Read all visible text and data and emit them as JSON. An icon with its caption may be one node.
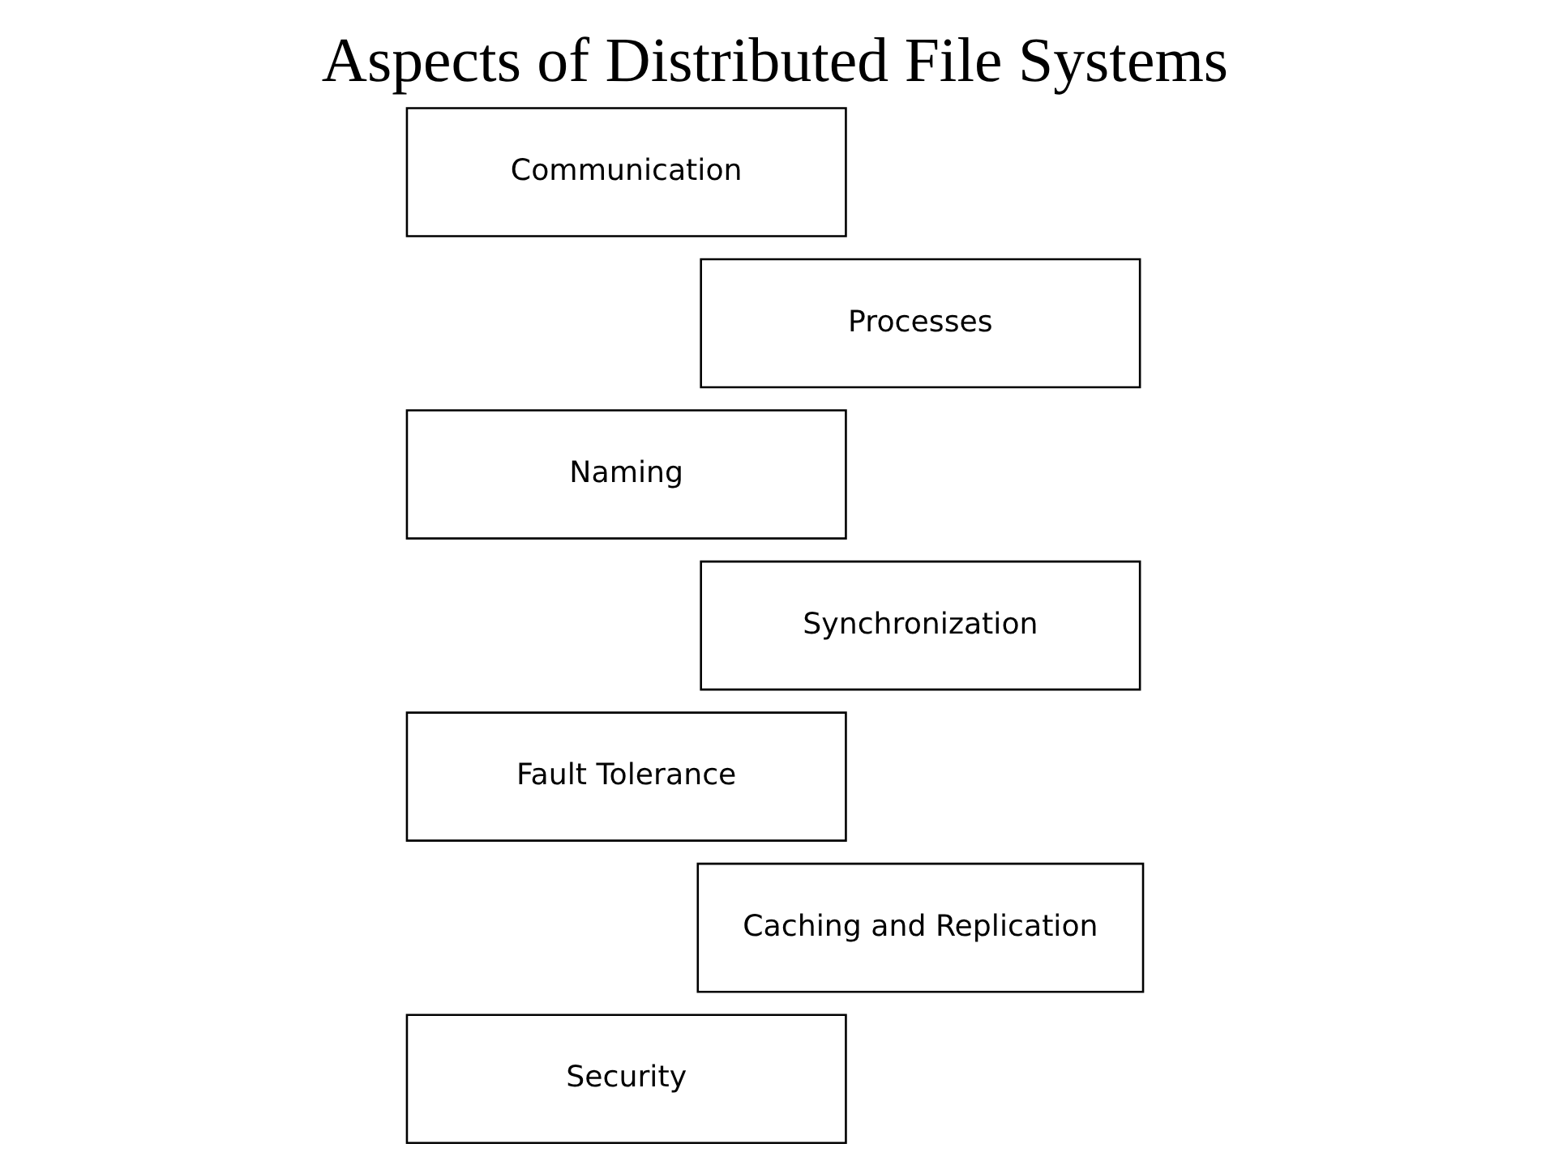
{
  "diagram": {
    "title": "Aspects of Distributed File Systems",
    "nodes": [
      {
        "text": [
          "Communication"
        ]
      },
      {
        "text": [
          "Processes"
        ]
      },
      {
        "text": [
          "Naming"
        ]
      },
      {
        "text": [
          "Synchronization"
        ]
      },
      {
        "text": [
          "Fault Tolerance"
        ]
      },
      {
        "text": [
          "Caching and Replication"
        ]
      },
      {
        "text": [
          "Security"
        ]
      }
    ]
  }
}
